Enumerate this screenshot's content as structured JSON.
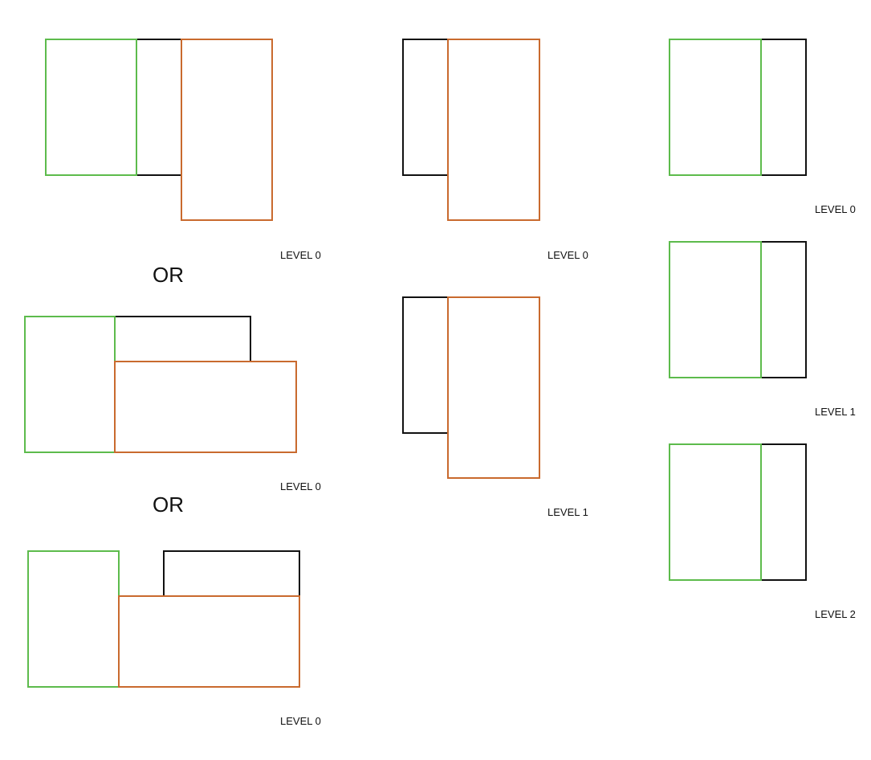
{
  "colors": {
    "green": "#5dbb4c",
    "black": "#111111",
    "orange": "#c96a2e"
  },
  "column1": {
    "option1_label": "LEVEL 0",
    "or1": "OR",
    "option2_label": "LEVEL 0",
    "or2": "OR",
    "option3_label": "LEVEL 0"
  },
  "column2": {
    "level0_label": "LEVEL 0",
    "level1_label": "LEVEL 1"
  },
  "column3": {
    "level0_label": "LEVEL 0",
    "level1_label": "LEVEL 1",
    "level2_label": "LEVEL 2"
  }
}
